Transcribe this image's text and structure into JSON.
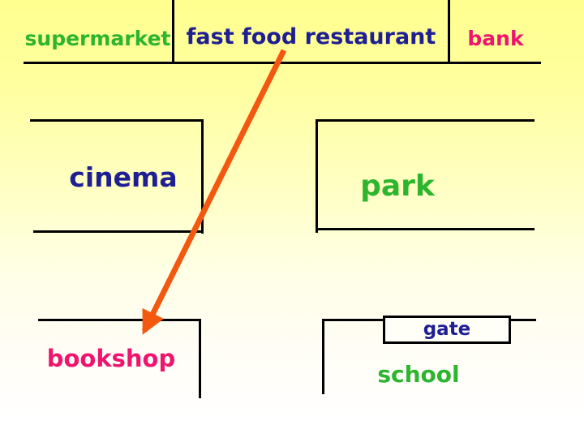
{
  "colors": {
    "bg_top": "#FFFF8F",
    "bg_bottom": "#FFFFFF",
    "line": "#000000",
    "green": "#2DB52D",
    "navy": "#1F1F93",
    "pink": "#EF146E",
    "orange": "#F4570F",
    "gate_fill": "#FFFFF8"
  },
  "places": {
    "supermarket": {
      "label": "supermarket"
    },
    "fast_food": {
      "label": "fast food restaurant"
    },
    "bank": {
      "label": "bank"
    },
    "cinema": {
      "label": "cinema"
    },
    "park": {
      "label": "park"
    },
    "bookshop": {
      "label": "bookshop"
    },
    "gate": {
      "label": "gate"
    },
    "school": {
      "label": "school"
    }
  },
  "arrow": {
    "description": "orange arrow pointing from fast food restaurant down to bookshop"
  }
}
